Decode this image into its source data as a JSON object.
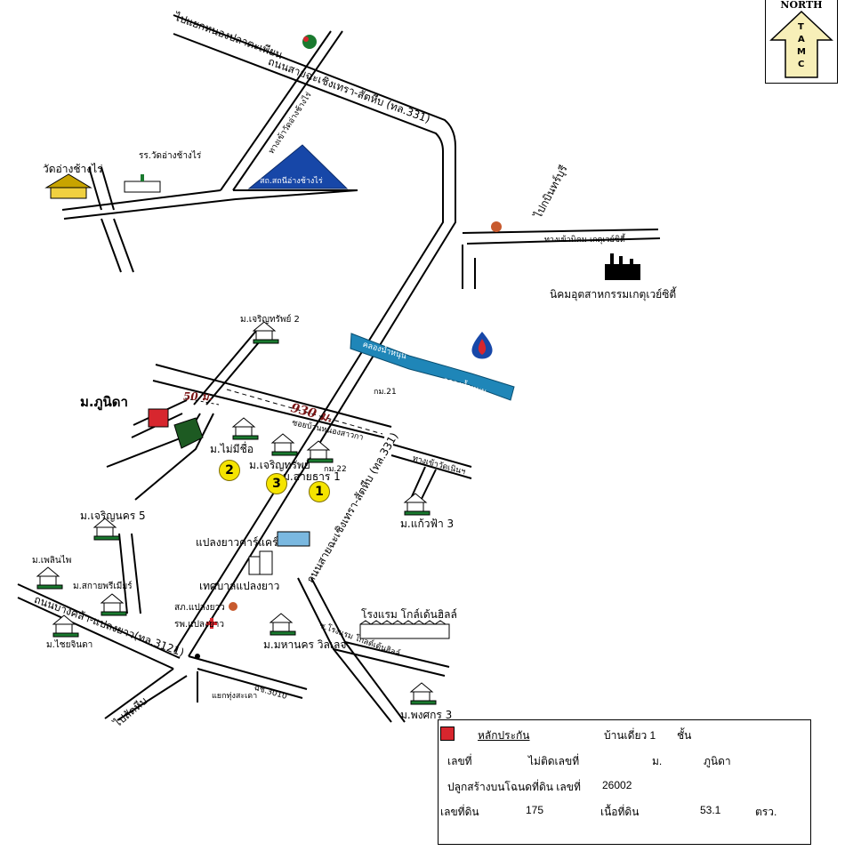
{
  "north": {
    "title": "NORTH",
    "letters": [
      "T",
      "A",
      "M",
      "C"
    ]
  },
  "roads": {
    "nong_pla_to_phian": "ไปแยกหนองปลาตะเพียน",
    "highway_331_top": "ถนนสายฉะเชิงเทรา-สัตหีบ (ทล.331)",
    "wat_ang_chang_rai_road": "ทางเข้าวัดอ่างช้างไร่",
    "to_kabinburi": "ไปกบินทร์บุรี",
    "to_estate": "ทางเข้านิคม-เกตุเวย์ซิตี้",
    "soi_bannong": "ซอยบ้านหนองสาวกา",
    "soi_kaewfa": "ทางเข้าวัดเนินฯ",
    "highway_331_bottom": "ถนนสายฉะเชิงเทรา-สัตหีบ (ทล.331)",
    "bangkhla_road": "ถนนบางคล้า-แปลงยาว(ทล.3121)",
    "to_sattahip": "ไปสัตหีบ",
    "route_3010": "ฉช.3010",
    "yaek_thung_sakao": "แยกทุ่งสะเดา",
    "hotel_soi": "ซ.โรงแรม โกลด์เด้นฮิลล์",
    "canal1": "คลองน้ำหนุน",
    "canal2": "คลองน้ำหนุน",
    "km21": "กม.21",
    "km22": "กม.22"
  },
  "places": {
    "wat": "วัดอ่างช้างไร่",
    "school": "รร.วัดอ่างช้างไร่",
    "health_station": "สถ.สถนีอ่างช้างไร่",
    "estate": "นิคมอุตสาหกรรมเกตุเวย์ซิตี้",
    "charoensap2": "ม.เจริญทรัพย์ 2",
    "phunida": "ม.ภูนิดา",
    "maimichue": "ม.ไม่มีชื่อ",
    "charoensap": "ม.เจริญทรัพย์",
    "saithan1": "ม.สายธาร 1",
    "kaewfa3": "ม.แก้วฟ้า 3",
    "charoennakhon5": "ม.เจริญนคร 5",
    "ploenphai": "ม.เพลินไพ",
    "sakaiprem": "ม.สกายพรีเมียร์",
    "chaichinda": "ม.ไชยจินดา",
    "carecare": "แปลงยาวคาร์แคร์",
    "municipality": "เทศบาลแปลงยาว",
    "police": "สภ.แปลงยาว",
    "hospital": "รพ.แปลงยาว",
    "mahanakhon": "ม.มหานคร วิลเลจ",
    "hotel": "โรงแรม โกล์เด้นฮิลล์",
    "phongsakorn3": "ม.พงศกร 3"
  },
  "distances": {
    "d50": "50 ม.",
    "d930": "930 ม."
  },
  "markers": [
    "1",
    "2",
    "3"
  ],
  "colors": {
    "collateral": "#d7262e",
    "green_plot": "#1d5a22",
    "triangle": "#1747a8",
    "river": "#1f86b8",
    "marker": "#f5e400"
  },
  "legend": {
    "collateral_label": "หลักประกัน",
    "house_type": "บ้านเดี่ยว 1",
    "floors": "ชั้น",
    "number_label": "เลขที่",
    "number_value": "ไม่ติดเลขที่",
    "village_label": "ม.",
    "village_value": "ภูนิดา",
    "deed_label": "ปลูกสร้างบนโฉนดที่ดิน เลขที่",
    "deed_value": "26002",
    "land_no_label": "เลขที่ดิน",
    "land_no_value": "175",
    "area_label": "เนื้อที่ดิน",
    "area_value": "53.1",
    "area_unit": "ตรว."
  }
}
